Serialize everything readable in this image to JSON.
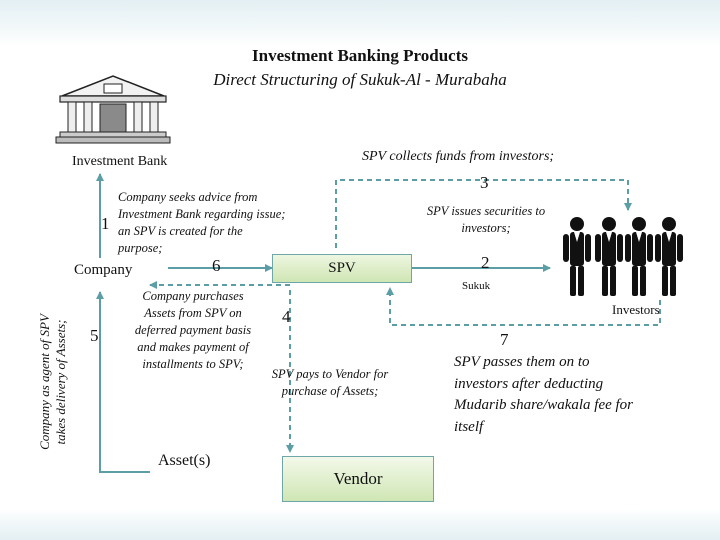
{
  "title": "Investment Banking Products",
  "subtitle": "Direct Structuring of Sukuk-Al - Murabaha",
  "nodes": {
    "investment_bank": "Investment Bank",
    "company": "Company",
    "spv": "SPV",
    "vendor": "Vendor",
    "assets": "Asset(s)",
    "investors": "Investors",
    "sukuk": "Sukuk"
  },
  "steps": [
    {
      "number": "1",
      "lines": [
        "Company seeks advice from",
        "Investment Bank regarding issue;",
        "an SPV is created for the",
        "purpose;"
      ]
    },
    {
      "number": "2",
      "lines": [
        "SPV issues securities to",
        "investors;"
      ]
    },
    {
      "number": "3",
      "lines": [
        "SPV  collects funds from investors;"
      ]
    },
    {
      "number": "4",
      "lines": [
        "Company  purchases",
        "Assets from SPV  on",
        "deferred payment basis",
        "and makes payment of",
        "installments to SPV;"
      ]
    },
    {
      "number": "5",
      "lines": [
        "Company as agent of SPV",
        "takes delivery of Assets;"
      ]
    },
    {
      "number": "6",
      "lines": [
        "SPV  pays to Vendor for",
        "purchase of Assets;"
      ]
    },
    {
      "number": "7",
      "lines": [
        "SPV  passes them on to",
        "investors after deducting",
        "Mudarib share/wakala fee for",
        "itself"
      ]
    }
  ],
  "colors": {
    "arrow": "#5b9ea6",
    "box_border": "#6fa6a8",
    "box_fill": "#cfe6b4",
    "person": "#111111"
  },
  "icons": [
    "bank-building-icon",
    "investor-person-icon"
  ]
}
